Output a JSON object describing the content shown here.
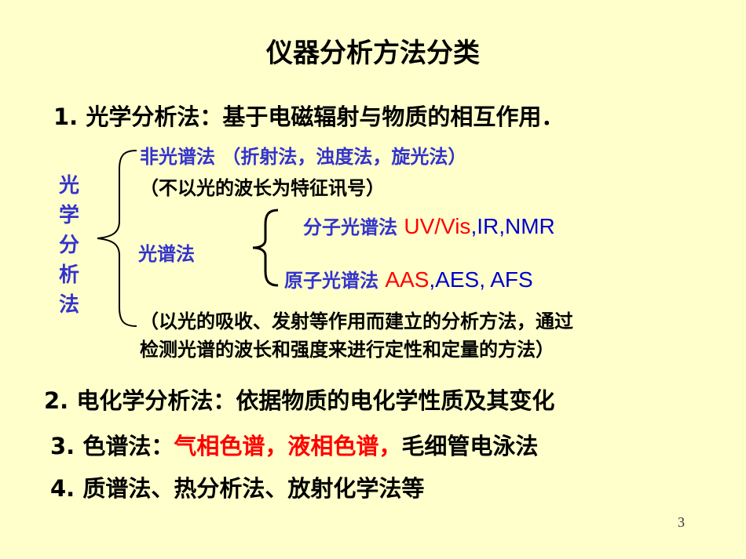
{
  "title": "仪器分析方法分类",
  "item1": {
    "num": "1.",
    "name": "光学分析法：",
    "desc": "基于电磁辐射与物质的相互作用．"
  },
  "side_label": "光学分析法",
  "nonspectral": {
    "label": "非光谱法 （折射法，浊度法，旋光法）",
    "note": "（不以光的波长为特征讯号）"
  },
  "spectral": {
    "label": "光谱法",
    "molecular": {
      "label": "分子光谱法",
      "red": "UV/Vis",
      "rest": ",IR,NMR"
    },
    "atomic": {
      "label": "原子光谱法",
      "red": "AAS",
      "rest": ",AES, AFS"
    },
    "note_line1": "（以光的吸收、发射等作用而建立的分析方法，通过",
    "note_line2": "检测光谱的波长和强度来进行定性和定量的方法）"
  },
  "item2": {
    "num": "2.",
    "name": "电化学分析法：",
    "desc": "依据物质的电化学性质及其变化"
  },
  "item3": {
    "num": "3.",
    "name": "色谱法：",
    "red": "气相色谱，液相色谱，",
    "rest": "毛细管电泳法"
  },
  "item4": {
    "num": "4.",
    "text": "质谱法、热分析法、放射化学法等"
  },
  "page_number": "3",
  "colors": {
    "background": "#FFFFCC",
    "blue": "#3333CC",
    "red": "#FF0000"
  }
}
